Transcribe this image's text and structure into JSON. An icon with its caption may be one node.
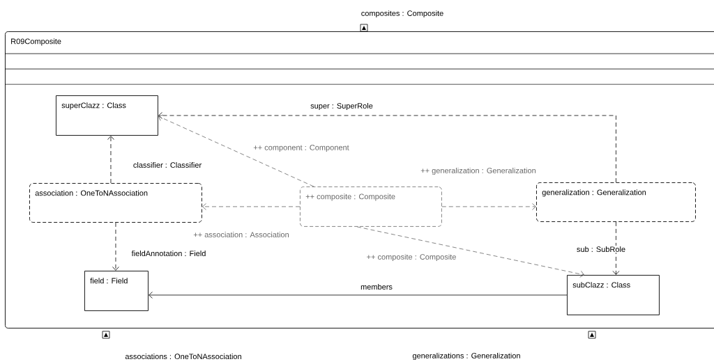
{
  "diagram": {
    "nodes": [
      {
        "text": [
          "R09Composite"
        ]
      },
      {
        "text": [
          "superClazz : Class"
        ],
        "in": 0
      },
      {
        "text": [
          "association : OneToNAssociation"
        ],
        "in": 0
      },
      {
        "text": [
          "++ composite : Composite"
        ],
        "in": 0
      },
      {
        "text": [
          "generalization : Generalization"
        ],
        "in": 0
      },
      {
        "text": [
          "field : Field"
        ],
        "in": 0
      },
      {
        "text": [
          "subClazz : Class"
        ],
        "in": 0
      }
    ],
    "edges": [
      {
        "from": 4,
        "to": 1,
        "arrow": "to",
        "label": "super : SuperRole",
        "style": "dashed"
      },
      {
        "from": 3,
        "to": 1,
        "arrow": "to",
        "label": "++ component : Component",
        "style": "dashed",
        "color": "#666666"
      },
      {
        "from": 2,
        "to": 1,
        "arrow": "to",
        "label": "classifier : Classifier",
        "style": "dashed"
      },
      {
        "from": 3,
        "to": 4,
        "arrow": "to",
        "label": "++ generalization : Generalization",
        "style": "dashed",
        "color": "#666666"
      },
      {
        "from": 3,
        "to": 2,
        "arrow": "to",
        "label": "++ association : Association",
        "style": "dashed",
        "color": "#666666"
      },
      {
        "from": 2,
        "to": 5,
        "arrow": "to",
        "label": "fieldAnnotation : Field",
        "style": "dashed"
      },
      {
        "from": 4,
        "to": 6,
        "arrow": "to",
        "label": "sub : SubRole",
        "style": "dashed"
      },
      {
        "from": 3,
        "to": 6,
        "arrow": "to",
        "label": "++ composite : Composite",
        "style": "dashed",
        "color": "#666666"
      },
      {
        "from": 6,
        "to": 5,
        "arrow": "to",
        "label": "members"
      }
    ],
    "labels": [
      "composites : Composite",
      "associations : OneToNAssociation",
      "generalizations : Generalization"
    ]
  }
}
